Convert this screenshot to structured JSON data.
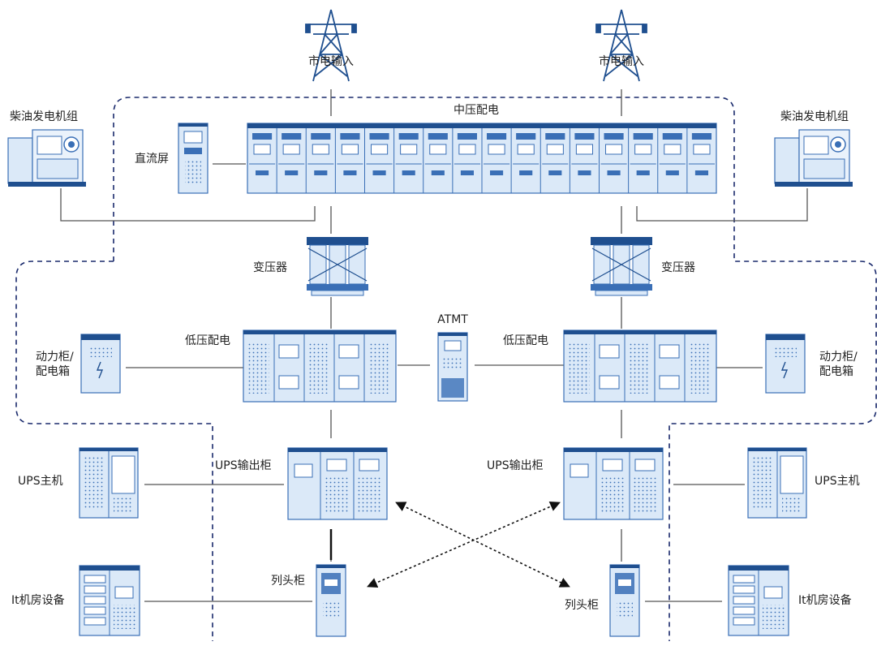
{
  "labels": {
    "utility_input_left": "市电输入",
    "utility_input_right": "市电输入",
    "mv_distribution": "中压配电",
    "dc_panel": "直流屏",
    "diesel_gen_left": "柴油发电机组",
    "diesel_gen_right": "柴油发电机组",
    "transformer_left": "变压器",
    "transformer_right": "变压器",
    "lv_distribution_left": "低压配电",
    "lv_distribution_right": "低压配电",
    "atmt": "ATMT",
    "power_cabinet_left_line1": "动力柜/",
    "power_cabinet_left_line2": "配电箱",
    "power_cabinet_right_line1": "动力柜/",
    "power_cabinet_right_line2": "配电箱",
    "ups_output_left": "UPS输出柜",
    "ups_output_right": "UPS输出柜",
    "ups_host_left": "UPS主机",
    "ups_host_right": "UPS主机",
    "column_head_left": "列头柜",
    "column_head_right": "列头柜",
    "it_equipment_left": "It机房设备",
    "it_equipment_right": "It机房设备"
  },
  "colors": {
    "equipment_fill": "#dbe9f8",
    "equipment_stroke": "#3a6fb6",
    "equipment_dark": "#1f4f8f",
    "accent": "#2b63b1",
    "line": "#555555",
    "dashed_boundary": "#1a2a6c"
  },
  "icons": [
    "transmission-tower-icon",
    "diesel-generator-icon",
    "transformer-icon",
    "switchgear-icon",
    "cabinet-icon"
  ]
}
